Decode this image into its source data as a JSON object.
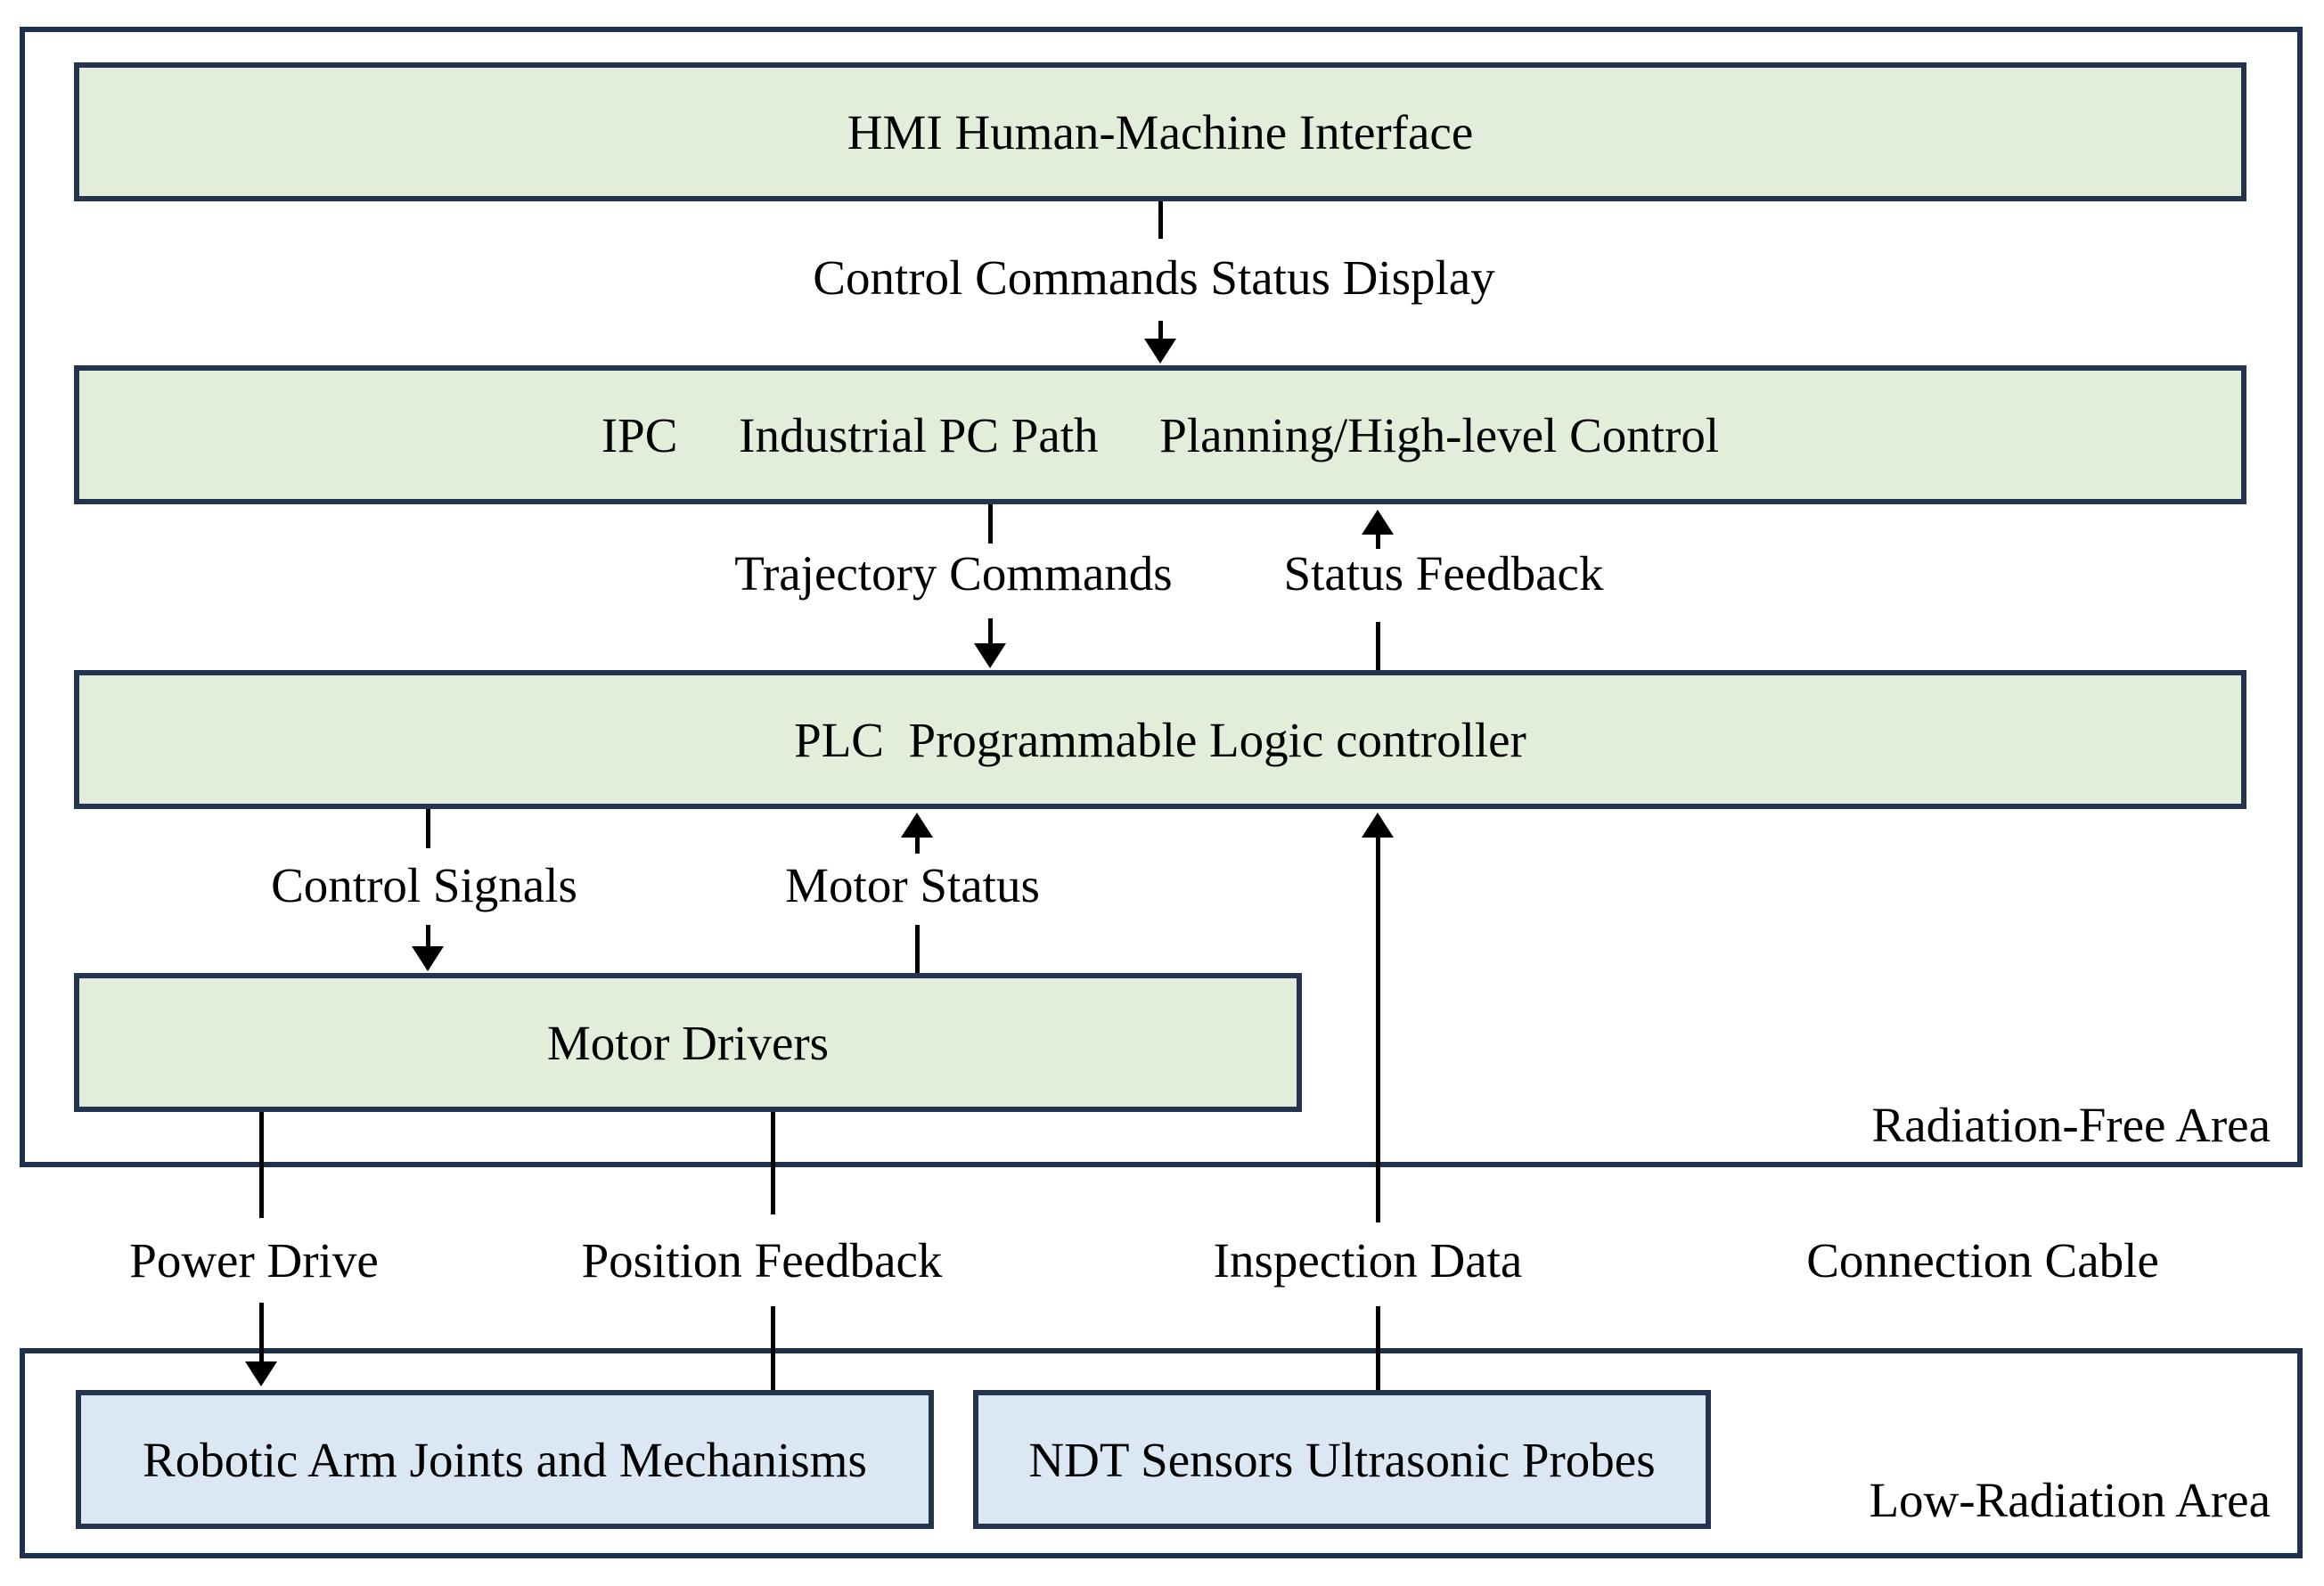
{
  "diagram": {
    "areas": {
      "radiation_free": {
        "label": "Radiation-Free Area"
      },
      "low_radiation": {
        "label": "Low-Radiation Area"
      }
    },
    "nodes": {
      "hmi": {
        "label": "HMI Human-Machine Interface",
        "fill": "#e2eeda"
      },
      "ipc": {
        "label": "IPC     Industrial PC Path     Planning/High-level Control",
        "fill": "#e2eeda"
      },
      "plc": {
        "label": "PLC  Programmable Logic controller",
        "fill": "#e2eeda"
      },
      "motor_drivers": {
        "label": "Motor Drivers",
        "fill": "#e2eeda"
      },
      "robotic_arm": {
        "label": "Robotic Arm Joints and Mechanisms",
        "fill": "#dbe7f3"
      },
      "ndt_sensors": {
        "label": "NDT Sensors Ultrasonic Probes",
        "fill": "#dbe7f3"
      }
    },
    "edges": {
      "hmi_to_ipc": {
        "label": "Control Commands Status Display",
        "direction": "down"
      },
      "trajectory_commands": {
        "label": "Trajectory Commands",
        "direction": "down"
      },
      "status_feedback": {
        "label": "Status Feedback",
        "direction": "up"
      },
      "control_signals": {
        "label": "Control Signals",
        "direction": "down"
      },
      "motor_status": {
        "label": "Motor Status",
        "direction": "up"
      },
      "inspection_data": {
        "label": "Inspection Data",
        "direction": "up"
      },
      "power_drive": {
        "label": "Power Drive",
        "direction": "down"
      },
      "position_feedback": {
        "label": "Position Feedback",
        "direction": "none"
      },
      "connection_cable": {
        "label": "Connection Cable",
        "direction": "none"
      }
    },
    "colors": {
      "border_navy": "#1f3150",
      "node_green": "#e2eeda",
      "node_blue": "#dbe7f3",
      "line_black": "#000000",
      "background": "#ffffff"
    }
  }
}
